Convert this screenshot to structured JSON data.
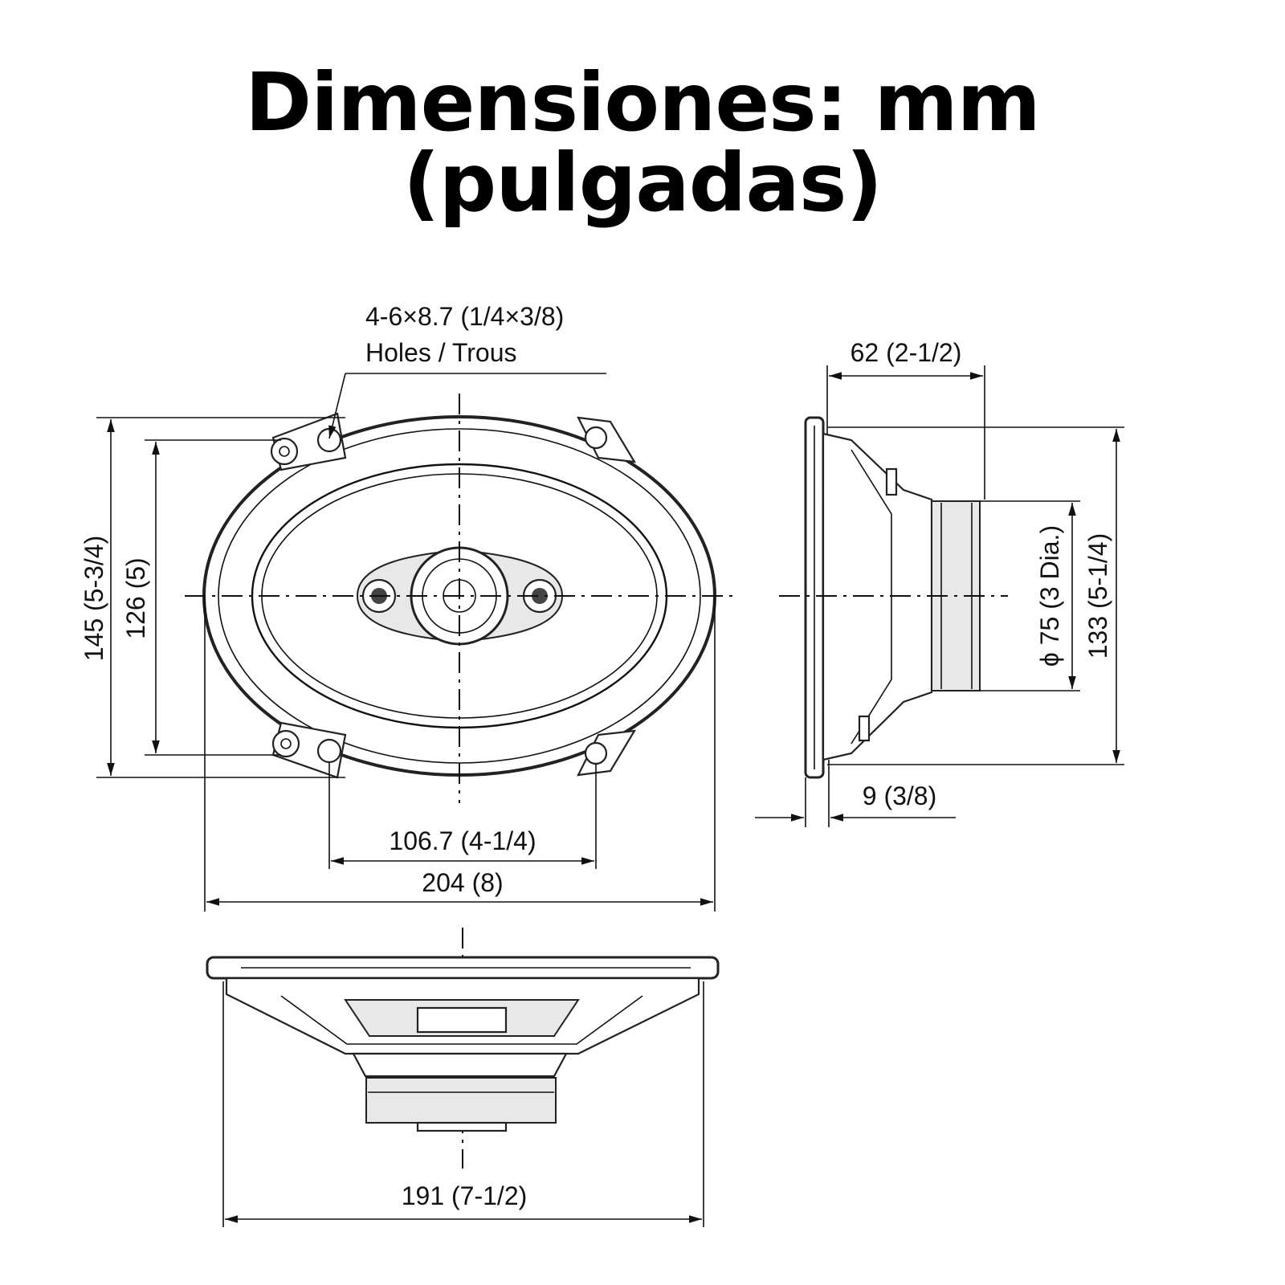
{
  "title": "Dimensiones: mm (pulgadas)",
  "front_view": {
    "holes_spec": "4-6×8.7 (1/4×3/8)",
    "holes_label": "Holes / Trous",
    "height_outer": "145 (5-3/4)",
    "height_inner": "126 (5)",
    "hole_spacing": "106.7 (4-1/4)",
    "width": "204 (8)"
  },
  "side_view": {
    "depth": "62 (2-1/2)",
    "magnet_diameter": "ϕ 75 (3 Dia.)",
    "height": "133 (5-1/4)",
    "flange": "9 (3/8)"
  },
  "bottom_view": {
    "width": "191 (7-1/2)"
  }
}
